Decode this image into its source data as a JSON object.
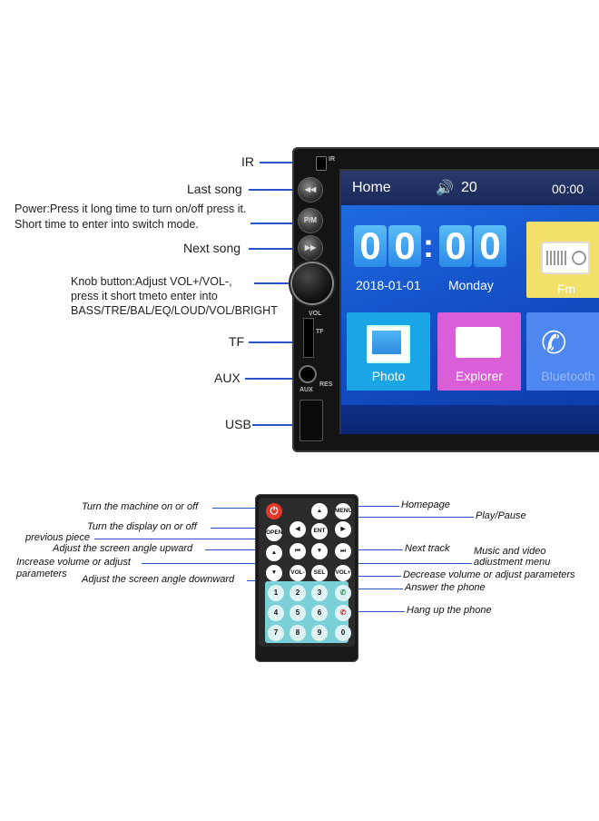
{
  "head_unit_callouts": {
    "ir": "IR",
    "last_song": "Last song",
    "power_line1": "Power:Press it long time to turn on/off press it.",
    "power_line2": "Short time to enter into switch mode.",
    "next_song": "Next song",
    "knob_line1": "Knob button:Adjust VOL+/VOL-,",
    "knob_line2": "press it short tmeto enter into",
    "knob_line3": "BASS/TRE/BAL/EQ/LOUD/VOL/BRIGHT",
    "tf": "TF",
    "aux": "AUX",
    "usb": "USB"
  },
  "head_unit_panel": {
    "ir_mark": "IR",
    "pm_btn": "P/M",
    "tf_mark": "TF",
    "aux_mark": "AUX",
    "res_mark": "RES",
    "vol_mark": "VOL"
  },
  "screen": {
    "home": "Home",
    "volume_icon": "speaker-icon",
    "volume": "20",
    "clock_small": "00:00",
    "clock_hour": [
      "0",
      "0"
    ],
    "clock_min": [
      "0",
      "0"
    ],
    "clock_sep": ":",
    "date": "2018-01-01",
    "day": "Monday",
    "fm": "Fm",
    "photo": "Photo",
    "explorer": "Explorer",
    "bluetooth": "Bluetooth"
  },
  "remote_callouts": {
    "turn_on_off": "Turn the machine on or off",
    "display_on_off": "Turn the display on or off",
    "previous_piece": "previous piece",
    "angle_up": "Adjust the screen angle upward",
    "increase_vol_1": "Increase volume or adjust",
    "increase_vol_2": "parameters",
    "angle_down": "Adjust the screen angle downward",
    "homepage": "Homepage",
    "play_pause": "Play/Pause",
    "next_track": "Next track",
    "music_menu_1": "Music and video",
    "music_menu_2": "adiustment menu",
    "decrease_vol": "Decrease volume or adjust parameters",
    "answer": "Answer the phone",
    "hang_up": "Hang up the phone"
  },
  "remote_buttons": {
    "menu": "MENU",
    "open": "OPEN",
    "ent": "ENT",
    "vol_minus": "VOL-",
    "vol_plus": "VOL+",
    "sel": "SEL",
    "numbers": [
      "1",
      "2",
      "3",
      "4",
      "5",
      "6",
      "7",
      "8",
      "9",
      "0"
    ]
  },
  "colors": {
    "callout_line": "#2a55c8",
    "screen_bg": "#1450c8",
    "fm_tile": "#f2e06a",
    "photo_tile": "#1aa6e6",
    "explorer_tile": "#d95fd8",
    "remote_pad": "#7ad0d6",
    "power_button": "#e23a2a"
  }
}
